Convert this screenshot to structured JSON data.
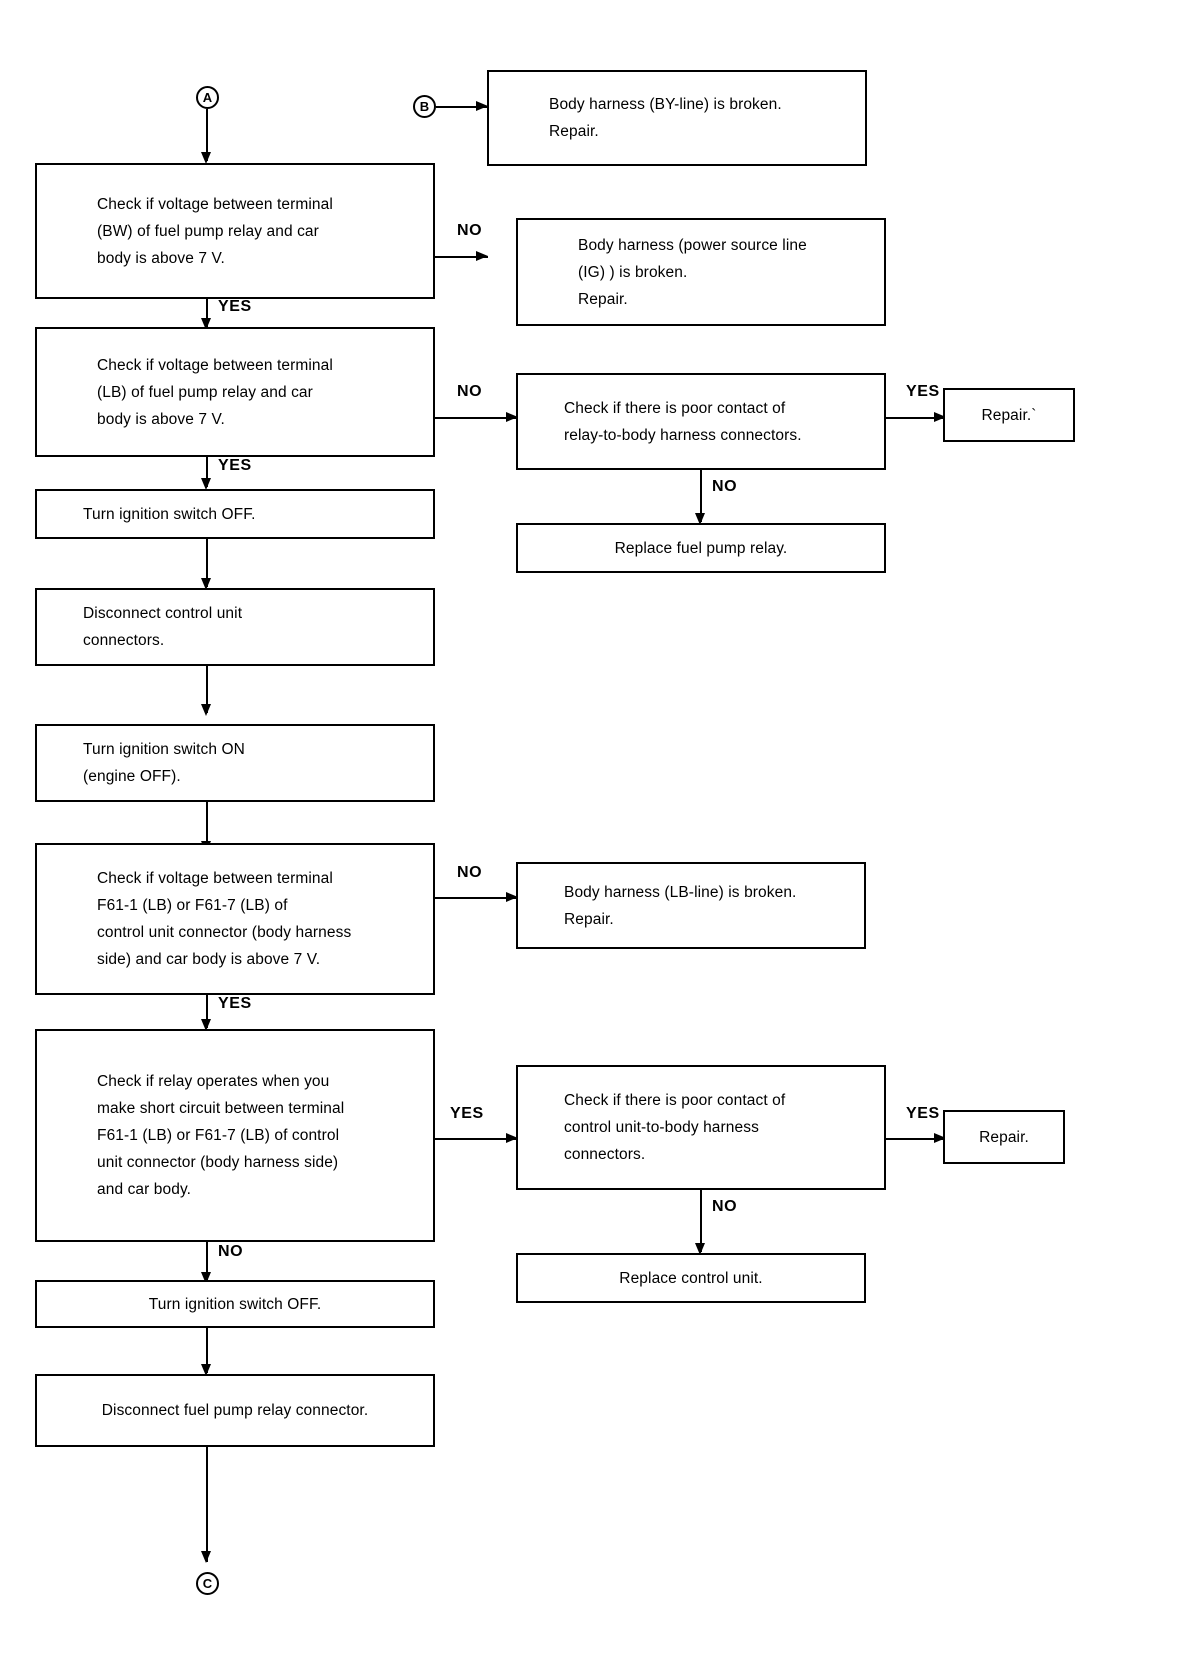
{
  "document": {
    "type": "diagnostic-flowchart",
    "subject": "Fuel pump relay circuit check"
  },
  "connectors": {
    "a": "A",
    "b": "B",
    "c": "C"
  },
  "labels": {
    "yes": "YES",
    "no": "NO"
  },
  "boxes": {
    "by_line_broken": {
      "l1": "Body harness (BY-line) is broken.",
      "l2": "Repair."
    },
    "check_bw": {
      "l1": "Check if voltage between terminal",
      "l2": "(BW) of fuel pump relay and car",
      "l3": "body is above 7 V."
    },
    "ig_line_broken": {
      "l1": "Body harness (power source line",
      "l2": "(IG) ) is broken.",
      "l3": "Repair."
    },
    "check_lb": {
      "l1": "Check if voltage between terminal",
      "l2": "(LB) of fuel pump relay and car",
      "l3": "body is above 7 V."
    },
    "poor_contact_relay": {
      "l1": "Check if there is poor contact of",
      "l2": "relay-to-body harness connectors."
    },
    "repair_relay": {
      "l1": "Repair.`"
    },
    "replace_relay": {
      "l1": "Replace fuel pump relay."
    },
    "ign_off_1": {
      "l1": "Turn ignition switch OFF."
    },
    "disconnect_cu": {
      "l1": "Disconnect control unit",
      "l2": "connectors."
    },
    "ign_on": {
      "l1": "Turn ignition switch ON",
      "l2": "(engine OFF)."
    },
    "check_f61": {
      "l1": "Check if voltage between terminal",
      "l2": "F61-1 (LB) or F61-7 (LB) of",
      "l3": "control unit connector (body harness",
      "l4": "side) and car body is above 7 V."
    },
    "lb_line_broken": {
      "l1": "Body harness (LB-line) is broken.",
      "l2": "Repair."
    },
    "check_relay_operates": {
      "l1": "Check if relay operates when you",
      "l2": "make short circuit between terminal",
      "l3": "F61-1 (LB) or F61-7 (LB) of control",
      "l4": "unit connector (body harness side)",
      "l5": "and car body."
    },
    "poor_contact_cu": {
      "l1": "Check if there is poor contact of",
      "l2": "control unit-to-body harness",
      "l3": "connectors."
    },
    "repair_cu": {
      "l1": "Repair."
    },
    "replace_cu": {
      "l1": "Replace control unit."
    },
    "ign_off_2": {
      "l1": "Turn ignition switch OFF."
    },
    "disconnect_relay": {
      "l1": "Disconnect fuel pump relay connector."
    }
  },
  "colors": {
    "ink": "#000000",
    "paper": "#ffffff"
  }
}
